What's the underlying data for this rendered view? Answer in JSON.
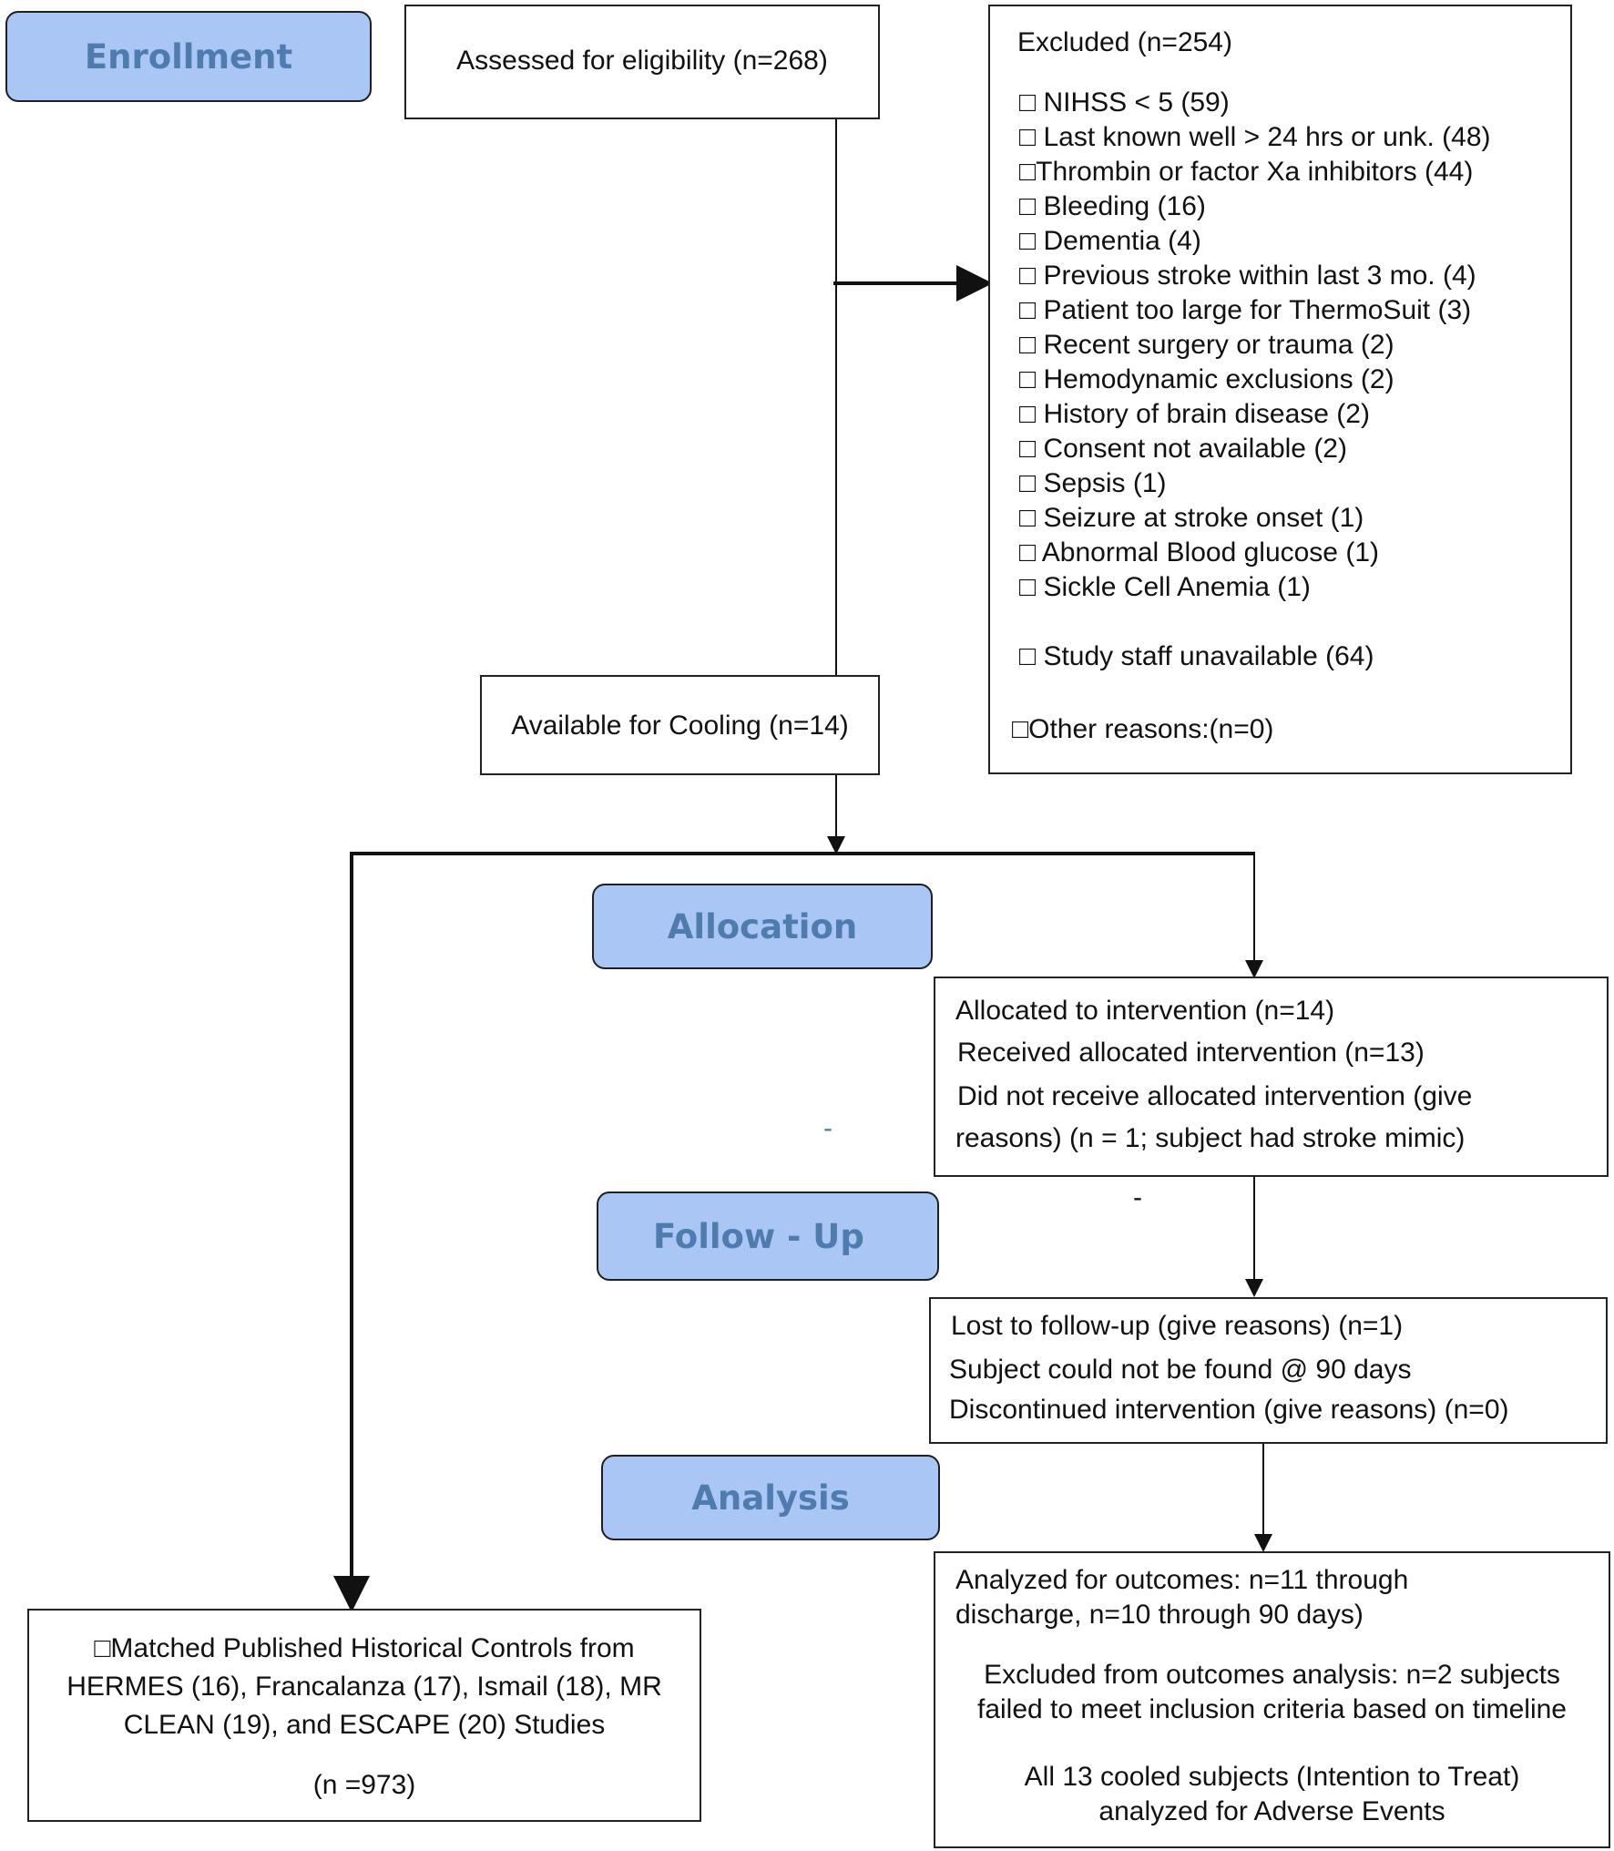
{
  "phases": {
    "enrollment": "Enrollment",
    "allocation": "Allocation",
    "follow_up": "Follow - Up",
    "analysis": "Analysis"
  },
  "assessed": "Assessed for eligibility (n=268)",
  "excluded": {
    "title": "Excluded (n=254)",
    "items": [
      "□ NIHSS < 5 (59)",
      "□ Last known well > 24 hrs or unk. (48)",
      "□Thrombin or factor Xa inhibitors (44)",
      "□ Bleeding (16)",
      "□ Dementia (4)",
      "□ Previous stroke within last 3 mo. (4)",
      "□ Patient too large for ThermoSuit (3)",
      "□ Recent surgery or trauma (2)",
      "□ Hemodynamic exclusions (2)",
      "□ History of brain disease (2)",
      "□ Consent not available (2)",
      "□ Sepsis (1)",
      "□ Seizure at stroke onset (1)",
      "□ Abnormal Blood glucose (1)",
      "□ Sickle Cell Anemia (1)"
    ],
    "staff": "□ Study staff unavailable (64)",
    "other": "□Other reasons:(n=0)"
  },
  "available": "Available for Cooling (n=14)",
  "allocated": {
    "line1": "Allocated to intervention (n=14)",
    "line2": "Received allocated intervention (n=13)",
    "line3": "Did not receive allocated intervention (give",
    "line4": "reasons) (n = 1; subject had stroke mimic)"
  },
  "lost": {
    "line1": "Lost to follow-up (give reasons) (n=1)",
    "line2": "Subject could not be found @ 90 days",
    "line3": "Discontinued intervention (give reasons) (n=0)"
  },
  "controls": {
    "line1": "□Matched Published Historical Controls from",
    "line2": "HERMES (16), Francalanza (17), Ismail (18), MR",
    "line3": "CLEAN (19), and ESCAPE (20) Studies",
    "n": "(n =973)"
  },
  "analyzed": {
    "line1": "Analyzed for outcomes: n=11 through",
    "line2": "discharge, n=10 through 90 days)",
    "line3": "Excluded from outcomes analysis: n=2 subjects",
    "line4": "failed to meet inclusion criteria based on timeline",
    "line5": "All 13 cooled subjects (Intention to Treat)",
    "line6": "analyzed for Adverse Events"
  },
  "dashes": {
    "d1": "-",
    "d2": "-"
  }
}
